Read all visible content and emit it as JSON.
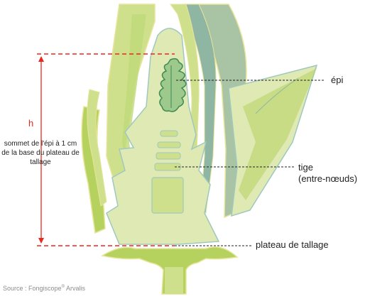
{
  "labels": {
    "h": "h",
    "measure_description": "sommet de l'épi à 1 cm de la base du plateau de tallage",
    "epi": "épi",
    "tige_line1": "tige",
    "tige_line2": "(entre-nœuds)",
    "plateau": "plateau de tallage",
    "source_prefix": "Source : Fongiscope",
    "source_reg": "®",
    "source_suffix": " Arvalis"
  },
  "colors": {
    "measure_red": "#e8281e",
    "leaf_light": "#cfe08c",
    "leaf_mid": "#b5d25e",
    "leaf_grey": "#a8c4a4",
    "leaf_dark": "#8fb6a2",
    "stem_fill": "#dfe9b4",
    "stem_outline": "#9fc8be",
    "ear_fill": "#9ec98c",
    "ear_outline": "#3d8a52",
    "leader_line": "#222222"
  },
  "icons": {
    "measure_arrow": "double-arrow-vertical",
    "leaders": "dashed-line"
  }
}
